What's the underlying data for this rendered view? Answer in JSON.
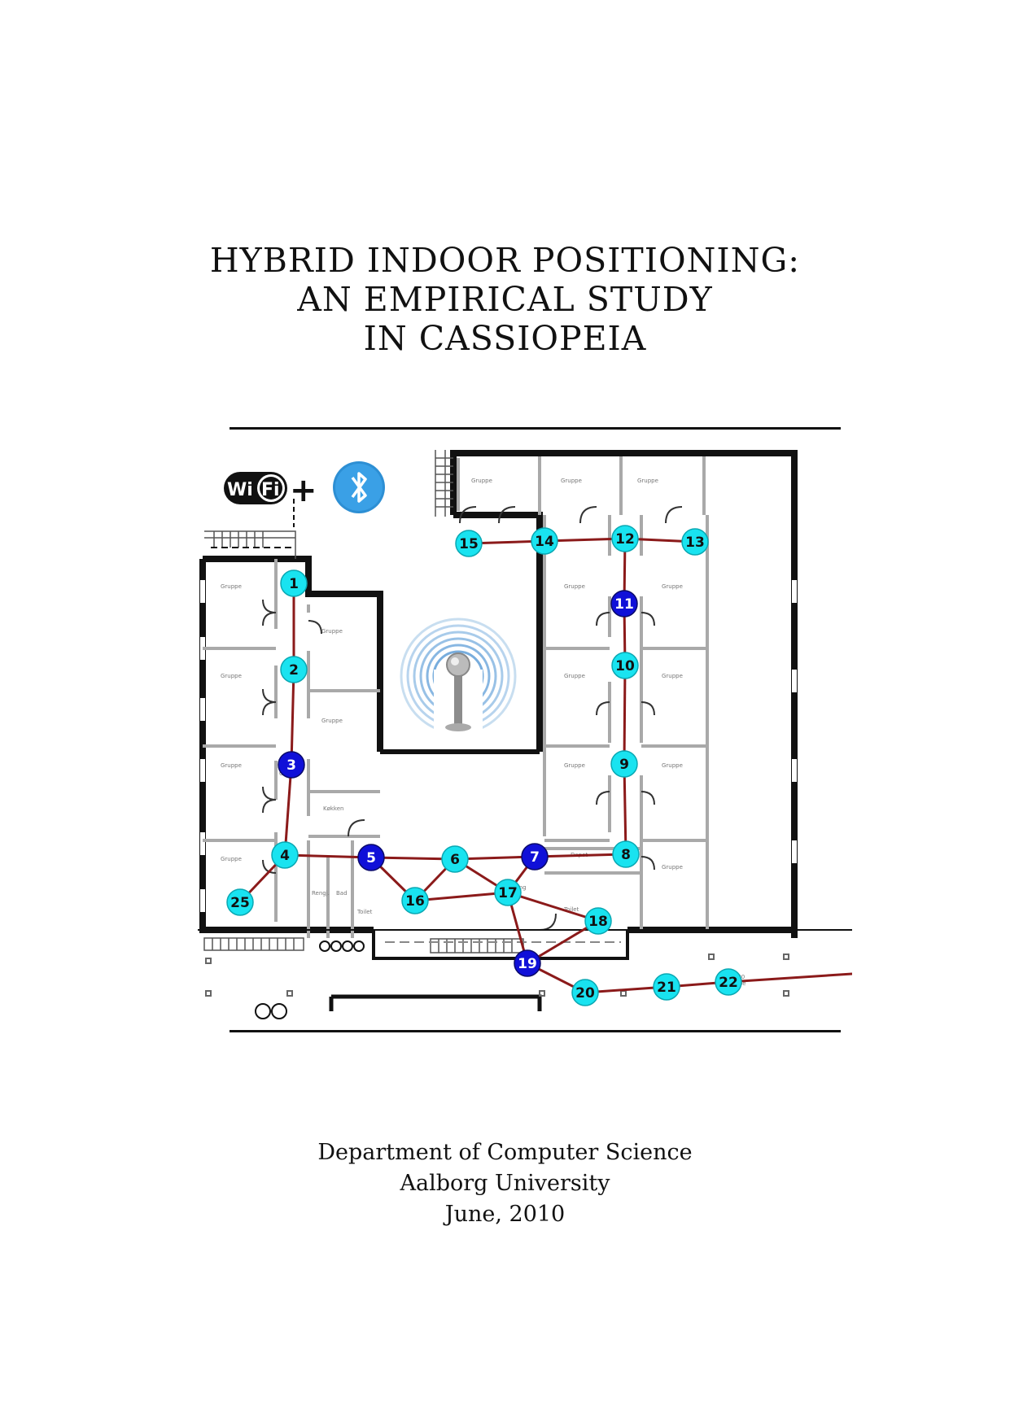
{
  "document": {
    "title_lines": [
      "HYBRID INDOOR POSITIONING:",
      "AN EMPIRICAL STUDY",
      "IN CASSIOPEIA"
    ],
    "footer_lines": [
      "Department of Computer Science",
      "Aalborg University",
      "June, 2010"
    ]
  },
  "figure": {
    "logo_wifi_text": [
      "Wi",
      "Fi"
    ],
    "plus_sign": "+",
    "room_label": "Gruppe",
    "other_room_labels": [
      "Gang",
      "Køkken",
      "Rengj.",
      "Bad",
      "Toilet",
      "Depot",
      "0.1.00",
      "Trappe"
    ],
    "colors": {
      "line": "#8b1a1a",
      "node_light": "#19e3f0",
      "node_dark": "#1010d8",
      "wall": "#111111",
      "wall_grey": "#a9a9a9",
      "bluetooth": "#2d8fd4"
    },
    "nodes": [
      {
        "id": "1",
        "type": "light"
      },
      {
        "id": "2",
        "type": "light"
      },
      {
        "id": "3",
        "type": "dark"
      },
      {
        "id": "4",
        "type": "light"
      },
      {
        "id": "5",
        "type": "dark"
      },
      {
        "id": "6",
        "type": "light"
      },
      {
        "id": "7",
        "type": "dark"
      },
      {
        "id": "8",
        "type": "light"
      },
      {
        "id": "9",
        "type": "light"
      },
      {
        "id": "10",
        "type": "light"
      },
      {
        "id": "11",
        "type": "dark"
      },
      {
        "id": "12",
        "type": "light"
      },
      {
        "id": "13",
        "type": "light"
      },
      {
        "id": "14",
        "type": "light"
      },
      {
        "id": "15",
        "type": "light"
      },
      {
        "id": "16",
        "type": "light"
      },
      {
        "id": "17",
        "type": "light"
      },
      {
        "id": "18",
        "type": "light"
      },
      {
        "id": "19",
        "type": "dark"
      },
      {
        "id": "20",
        "type": "light"
      },
      {
        "id": "21",
        "type": "light"
      },
      {
        "id": "22",
        "type": "light"
      },
      {
        "id": "25",
        "type": "light"
      }
    ],
    "edges": [
      [
        "1",
        "2"
      ],
      [
        "2",
        "3"
      ],
      [
        "3",
        "4"
      ],
      [
        "4",
        "25"
      ],
      [
        "4",
        "5"
      ],
      [
        "5",
        "6"
      ],
      [
        "6",
        "7"
      ],
      [
        "7",
        "8"
      ],
      [
        "8",
        "9"
      ],
      [
        "9",
        "10"
      ],
      [
        "10",
        "11"
      ],
      [
        "11",
        "12"
      ],
      [
        "12",
        "13"
      ],
      [
        "12",
        "14"
      ],
      [
        "14",
        "15"
      ],
      [
        "5",
        "16"
      ],
      [
        "16",
        "6"
      ],
      [
        "16",
        "17"
      ],
      [
        "6",
        "17"
      ],
      [
        "7",
        "17"
      ],
      [
        "17",
        "18"
      ],
      [
        "17",
        "19"
      ],
      [
        "18",
        "19"
      ],
      [
        "19",
        "20"
      ],
      [
        "20",
        "21"
      ],
      [
        "21",
        "22"
      ]
    ]
  }
}
